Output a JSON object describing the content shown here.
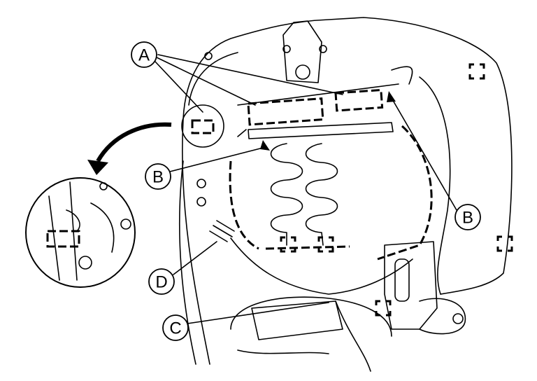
{
  "diagram": {
    "callouts": {
      "a": "A",
      "b_left": "B",
      "b_right": "B",
      "c": "C",
      "d": "D"
    },
    "color": "#000000"
  }
}
